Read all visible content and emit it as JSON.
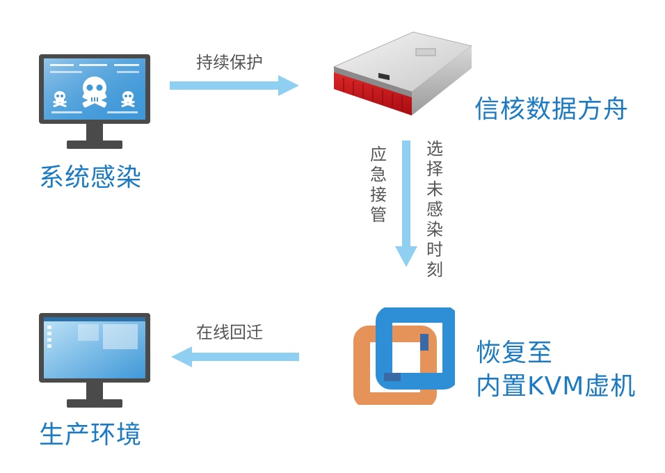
{
  "nodes": {
    "infected": {
      "label": "系统感染"
    },
    "ark": {
      "label": "信核数据方舟"
    },
    "vm": {
      "line1": "恢复至",
      "line2": "内置KVM虚机"
    },
    "production": {
      "label": "生产环境"
    }
  },
  "edges": {
    "protect": {
      "label": "持续保护"
    },
    "takeover": {
      "label": "应急接管"
    },
    "select_time": {
      "label": "选择未感染时刻"
    },
    "migrate": {
      "label": "在线回迁"
    }
  },
  "colors": {
    "label_blue": "#1a7ac4",
    "arrow": "#8fd0f2",
    "monitor_frame": "#4a4a4a",
    "screen_blue": "#3f98d8",
    "vm_blue": "#2e8fd6",
    "vm_orange": "#e6935a",
    "server_red": "#c8141c"
  },
  "icons": {
    "infected": "skull-monitor-icon",
    "ark": "rack-server-icon",
    "vm": "kvm-logo-icon",
    "production": "desktop-monitor-icon"
  }
}
